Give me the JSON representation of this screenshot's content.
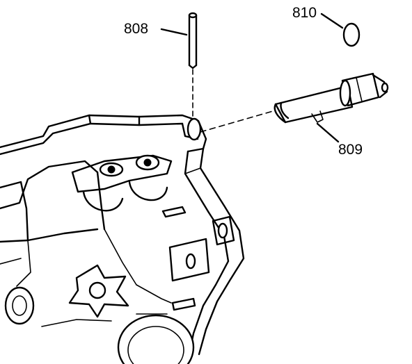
{
  "callouts": [
    {
      "id": "808",
      "part": "pin"
    },
    {
      "id": "809",
      "part": "sleeve"
    },
    {
      "id": "810",
      "part": "o-ring"
    }
  ],
  "colors": {
    "ink": "#000000",
    "paper": "#ffffff"
  }
}
